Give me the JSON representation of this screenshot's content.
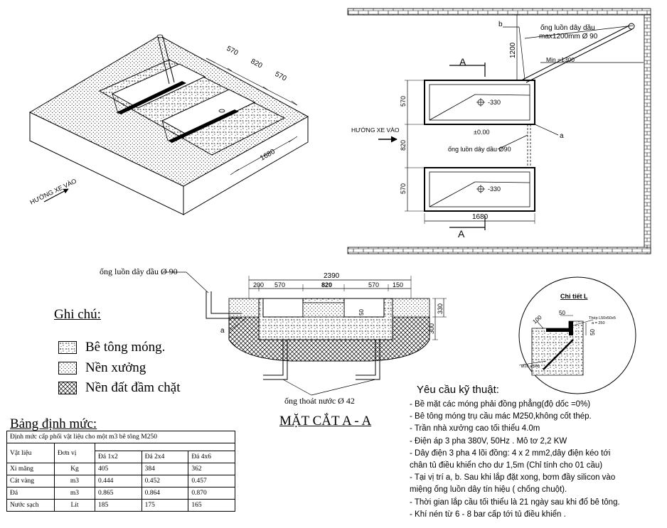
{
  "iso_view": {
    "dim_570_a": "570",
    "dim_820": "820",
    "dim_570_b": "570",
    "dim_1680": "1680",
    "direction_label": "HƯỚNG XE VÀO"
  },
  "plan_view": {
    "pipe_label_line1": "ống luồn dây dầu",
    "pipe_label_line2": "max1200mm Ø 90",
    "min_label": "Min =1300",
    "dim_1200": "1200",
    "marker_b": "b",
    "marker_a": "a",
    "section_marker_top": "A",
    "section_marker_bottom": "A",
    "depth_top": "-330",
    "depth_bottom": "-330",
    "level_zero": "±0.00",
    "pipe_bottom_label": "ống luồn dây dầu Ø90",
    "direction_label": "HƯỚNG XE VÀO",
    "dim_570_top": "570",
    "dim_820": "820",
    "dim_570_bottom": "570",
    "dim_1680": "1680"
  },
  "section_view": {
    "title": "MẶT CẮT A - A",
    "pipe_label": "ống luồn dây dầu Ø 90",
    "drain_label": "ống thoát nước Ø 42",
    "marker_a": "a",
    "dim_total": "2390",
    "dims": [
      "200",
      "570",
      "820",
      "570",
      "150"
    ],
    "dim_330": "330",
    "dim_300": "300",
    "dim_50": "50"
  },
  "detail_L": {
    "title": "Chi tiết L",
    "dim_50_top": "50",
    "dim_100": "100",
    "dim_50_side": "50",
    "steel_label_1": "Thép L50x50x5",
    "steel_label_2": "a = 250",
    "rebar_label": "Ø10 a 500"
  },
  "legend": {
    "title": "Ghi chú:",
    "items": [
      {
        "label": "Bê tông móng.",
        "pattern": "concrete"
      },
      {
        "label": "Nền xưởng",
        "pattern": "floor"
      },
      {
        "label": "Nền đất đầm chặt",
        "pattern": "soil"
      }
    ]
  },
  "norm_table": {
    "title": "Bảng định mức:",
    "caption": "Định mức cấp phối vật liệu cho một m3 bê tông M250",
    "col_material": "Vật liệu",
    "col_unit": "Đơn vị",
    "col_types": [
      "Đá 1x2",
      "Đá 2x4",
      "Đá 4x6"
    ],
    "rows": [
      {
        "material": "Xi măng",
        "unit": "Kg",
        "values": [
          "405",
          "384",
          "362"
        ]
      },
      {
        "material": "Cát vàng",
        "unit": "m3",
        "values": [
          "0.444",
          "0.452",
          "0.457"
        ]
      },
      {
        "material": "Đá",
        "unit": "m3",
        "values": [
          "0.865",
          "0.864",
          "0.870"
        ]
      },
      {
        "material": "Nước sạch",
        "unit": "Lít",
        "values": [
          "185",
          "175",
          "165"
        ]
      }
    ]
  },
  "requirements": {
    "title": "Yêu cầu kỹ thuật:",
    "items": [
      "- Bề mặt các móng phải đồng phẳng(độ dốc =0%)",
      "- Bê tông móng trụ cầu mác M250,không cốt thép.",
      "- Trần nhà xưởng cao tối thiểu 4.0m",
      "- Điện áp 3 pha 380V, 50Hz . Mô tơ 2,2 KW",
      "- Dây điện 3 pha 4 lõi đồng: 4 x 2 mm2,dây điện kéo tới",
      "   chân tủ điều khiển cho dư 1,5m (Chỉ tính cho 01 cầu)",
      "- Tại vị trí a, b. Sau khi lắp đặt xong, bơm đầy silicon vào",
      "   miệng ống luồn dây tín hiệu ( chống chuột).",
      "- Thời gian lắp cầu tối thiểu là 21 ngày sau khi đổ bê tông.",
      "- Khí nén từ 6 - 8 bar cấp tới tủ điều khiển ."
    ]
  }
}
